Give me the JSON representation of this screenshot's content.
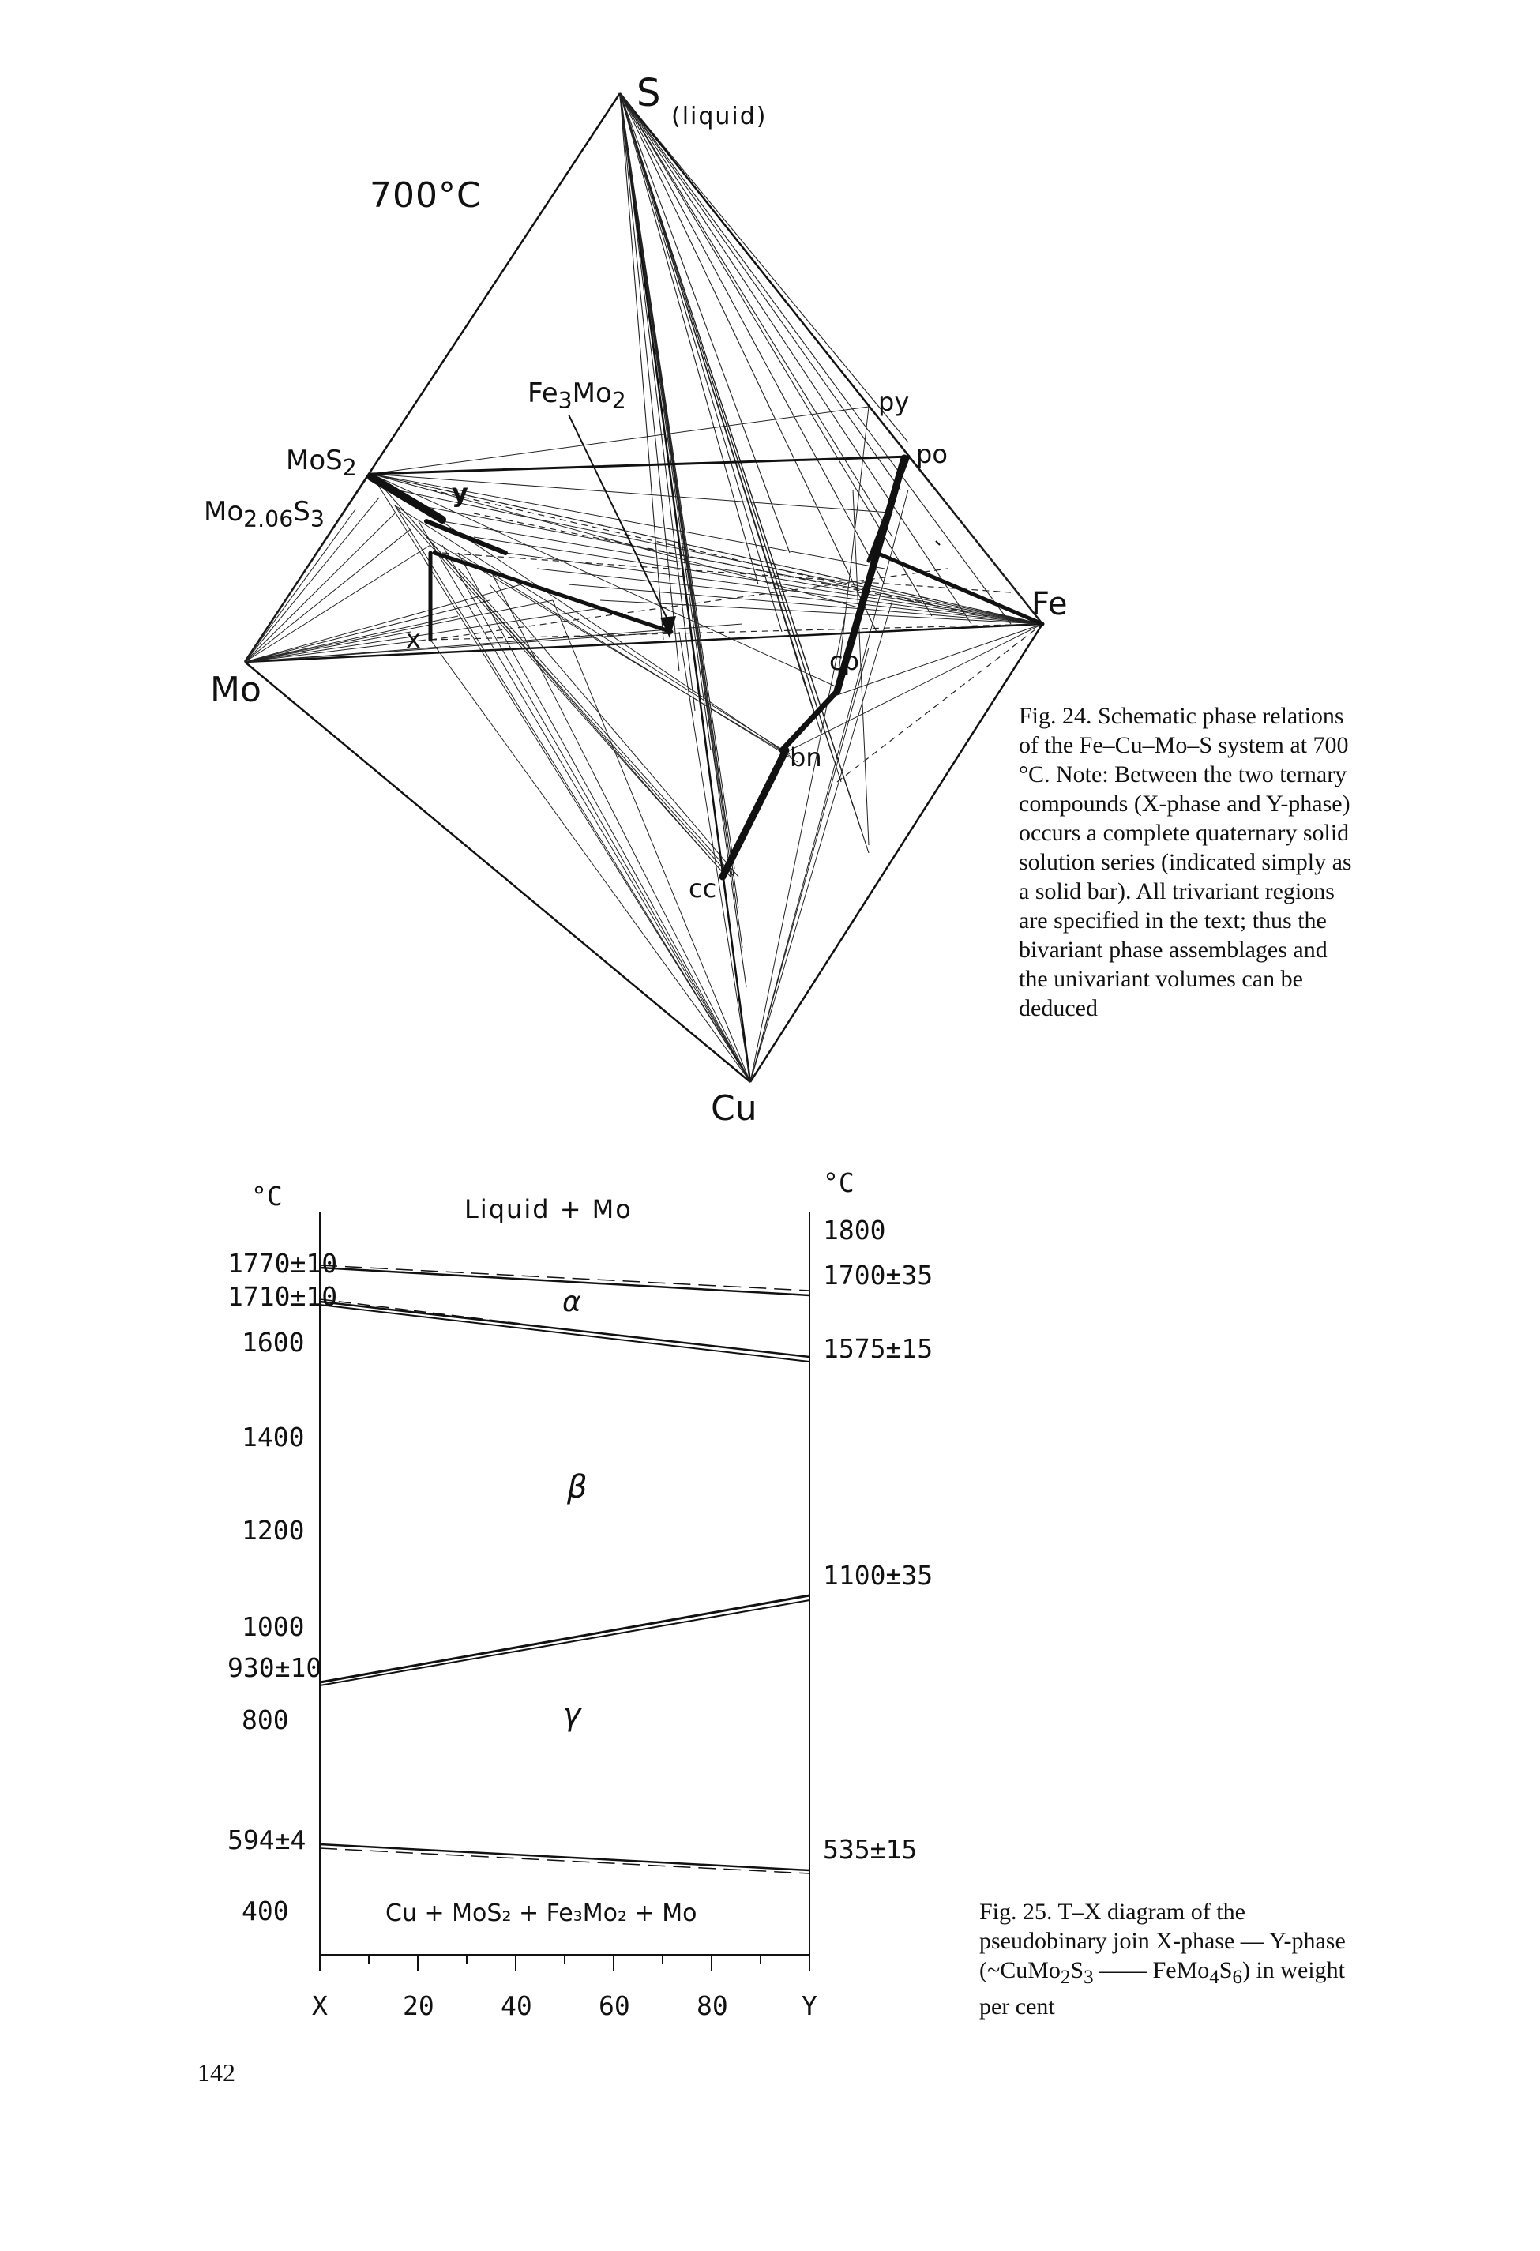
{
  "fig24": {
    "temperature": "700°C",
    "vertices": {
      "s": "S",
      "s_note": "(liquid)",
      "mo": "Mo",
      "fe": "Fe",
      "cu": "Cu"
    },
    "phases": {
      "mos2": "MoS",
      "mos2_sub": "2",
      "mo206s3_a": "Mo",
      "mo206s3_sub1": "2.06",
      "mo206s3_b": "S",
      "mo206s3_sub2": "3",
      "fe3mo2_a": "Fe",
      "fe3mo2_sub1": "3",
      "fe3mo2_b": "Mo",
      "fe3mo2_sub2": "2",
      "py": "py",
      "po": "po",
      "cp": "cp",
      "bn": "bn",
      "cc": "cc",
      "x": "x",
      "y": "y"
    },
    "caption": "Fig. 24. Schematic phase relations of the Fe–Cu–Mo–S system at 700 °C. Note: Between the two ternary compounds (X-phase and Y-phase) occurs a complete quaternary solid solution series (indicated simply as a solid bar). All trivariant regions are specified in the text; thus the bivariant phase assemblages and the univariant volumes can be deduced"
  },
  "fig25": {
    "left_unit": "°C",
    "right_unit": "°C",
    "left_labels": [
      "1770±10",
      "1710±10",
      "1600",
      "1400",
      "1200",
      "1000",
      "930±10",
      "800",
      "594±4",
      "400"
    ],
    "right_labels": [
      "1800",
      "1700±35",
      "1575±15",
      "1100±35",
      "535±15"
    ],
    "x_labels": [
      "X",
      "20",
      "40",
      "60",
      "80",
      "Y"
    ],
    "regions": {
      "top": "Liquid + Mo",
      "alpha": "α",
      "beta": "β",
      "gamma": "γ",
      "bottom": "Cu + MoS₂ + Fe₃Mo₂ + Mo"
    },
    "caption_a": "Fig. 25. T–X diagram of the pseudobinary join X-phase — Y-phase (~CuMo",
    "caption_b": "S",
    "caption_c": " —— FeMo",
    "caption_d": "S",
    "caption_e": ") in weight per cent",
    "caption_sub1": "2",
    "caption_sub2": "3",
    "caption_sub3": "4",
    "caption_sub4": "6"
  },
  "page_number": "142"
}
